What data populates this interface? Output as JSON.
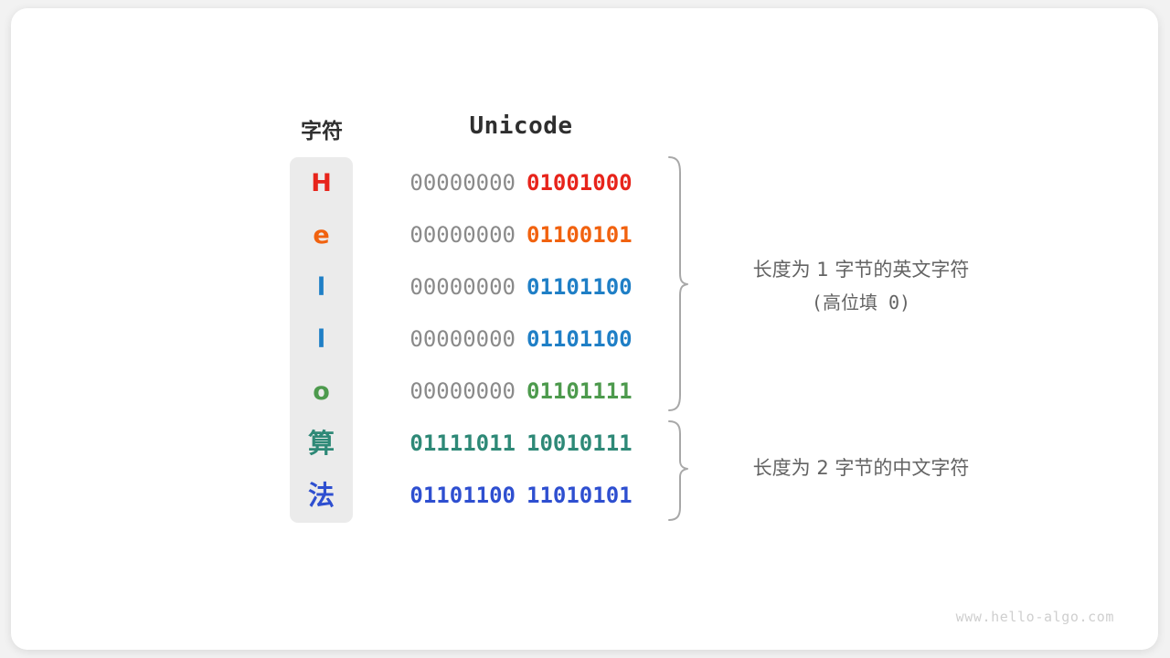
{
  "figure": {
    "headers": {
      "char": "字符",
      "encoding": "Unicode"
    },
    "watermark": "www.hello-algo.com",
    "colors": {
      "red": "#e7241b",
      "orange": "#f1620f",
      "blue": "#1f7fc6",
      "green": "#4d9a4d",
      "teal": "#2e8977",
      "royal": "#2e4fd0",
      "gray": "#8a8a8a",
      "column_bg": "#ebebeb",
      "brace": "#a8a8a8",
      "annotation": "#636363",
      "header": "#2f2f2f"
    },
    "rows": [
      {
        "char": "H",
        "color": "#e7241b",
        "high": "00000000",
        "low": "01001000",
        "high_filled": false,
        "cjk": false
      },
      {
        "char": "e",
        "color": "#f1620f",
        "high": "00000000",
        "low": "01100101",
        "high_filled": false,
        "cjk": false
      },
      {
        "char": "l",
        "color": "#1f7fc6",
        "high": "00000000",
        "low": "01101100",
        "high_filled": false,
        "cjk": false
      },
      {
        "char": "l",
        "color": "#1f7fc6",
        "high": "00000000",
        "low": "01101100",
        "high_filled": false,
        "cjk": false
      },
      {
        "char": "o",
        "color": "#4d9a4d",
        "high": "00000000",
        "low": "01101111",
        "high_filled": false,
        "cjk": false
      },
      {
        "char": "算",
        "color": "#2e8977",
        "high": "01111011",
        "low": "10010111",
        "high_filled": true,
        "cjk": true
      },
      {
        "char": "法",
        "color": "#2e4fd0",
        "high": "01101100",
        "low": "11010101",
        "high_filled": true,
        "cjk": true
      }
    ],
    "annotations": [
      {
        "text": "长度为 1 字节的英文字符",
        "sub": "(高位填 0)"
      },
      {
        "text": "长度为 2 字节的中文字符",
        "sub": ""
      }
    ]
  }
}
